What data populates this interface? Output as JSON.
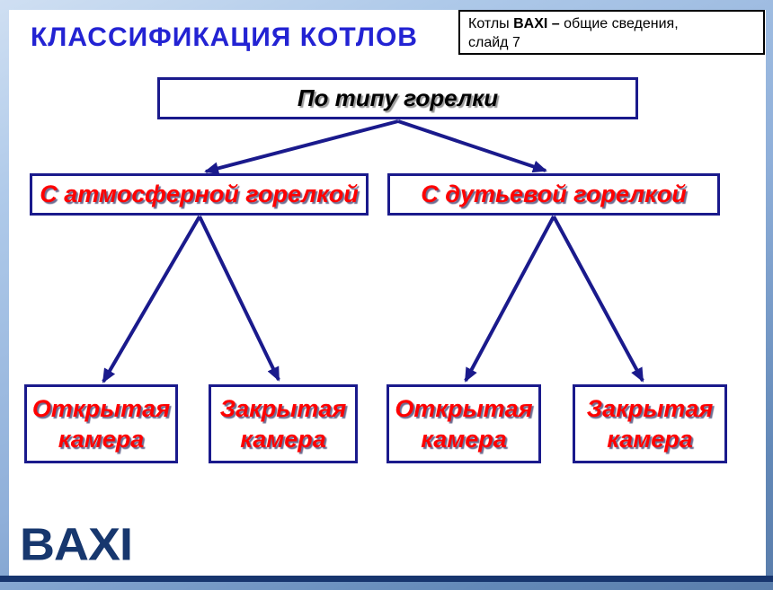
{
  "slide": {
    "title": "КЛАССИФИКАЦИЯ КОТЛОВ",
    "header_note": {
      "prefix": "Котлы ",
      "brand_bold": "BAXI – ",
      "suffix": "общие сведения,",
      "line2": "слайд 7"
    },
    "diagram": {
      "root": "По типу горелки",
      "branches": [
        {
          "label": "С атмосферной горелкой",
          "children": [
            "Открытая камера",
            "Закрытая камера"
          ]
        },
        {
          "label": "С дутьевой горелкой",
          "children": [
            "Открытая камера",
            "Закрытая камера"
          ]
        }
      ]
    },
    "logo": "BAXI",
    "colors": {
      "title_blue": "#2323d3",
      "box_border_navy": "#1a1a8c",
      "arrow_navy": "#1a1a8c",
      "diagram_text_red": "#ff0000",
      "root_text_black": "#000000",
      "logo_navy": "#17376e",
      "bottom_bar_navy": "#17356e",
      "frame_blue_light": "#aec9e9",
      "frame_blue_dark": "#5a7dab"
    }
  }
}
